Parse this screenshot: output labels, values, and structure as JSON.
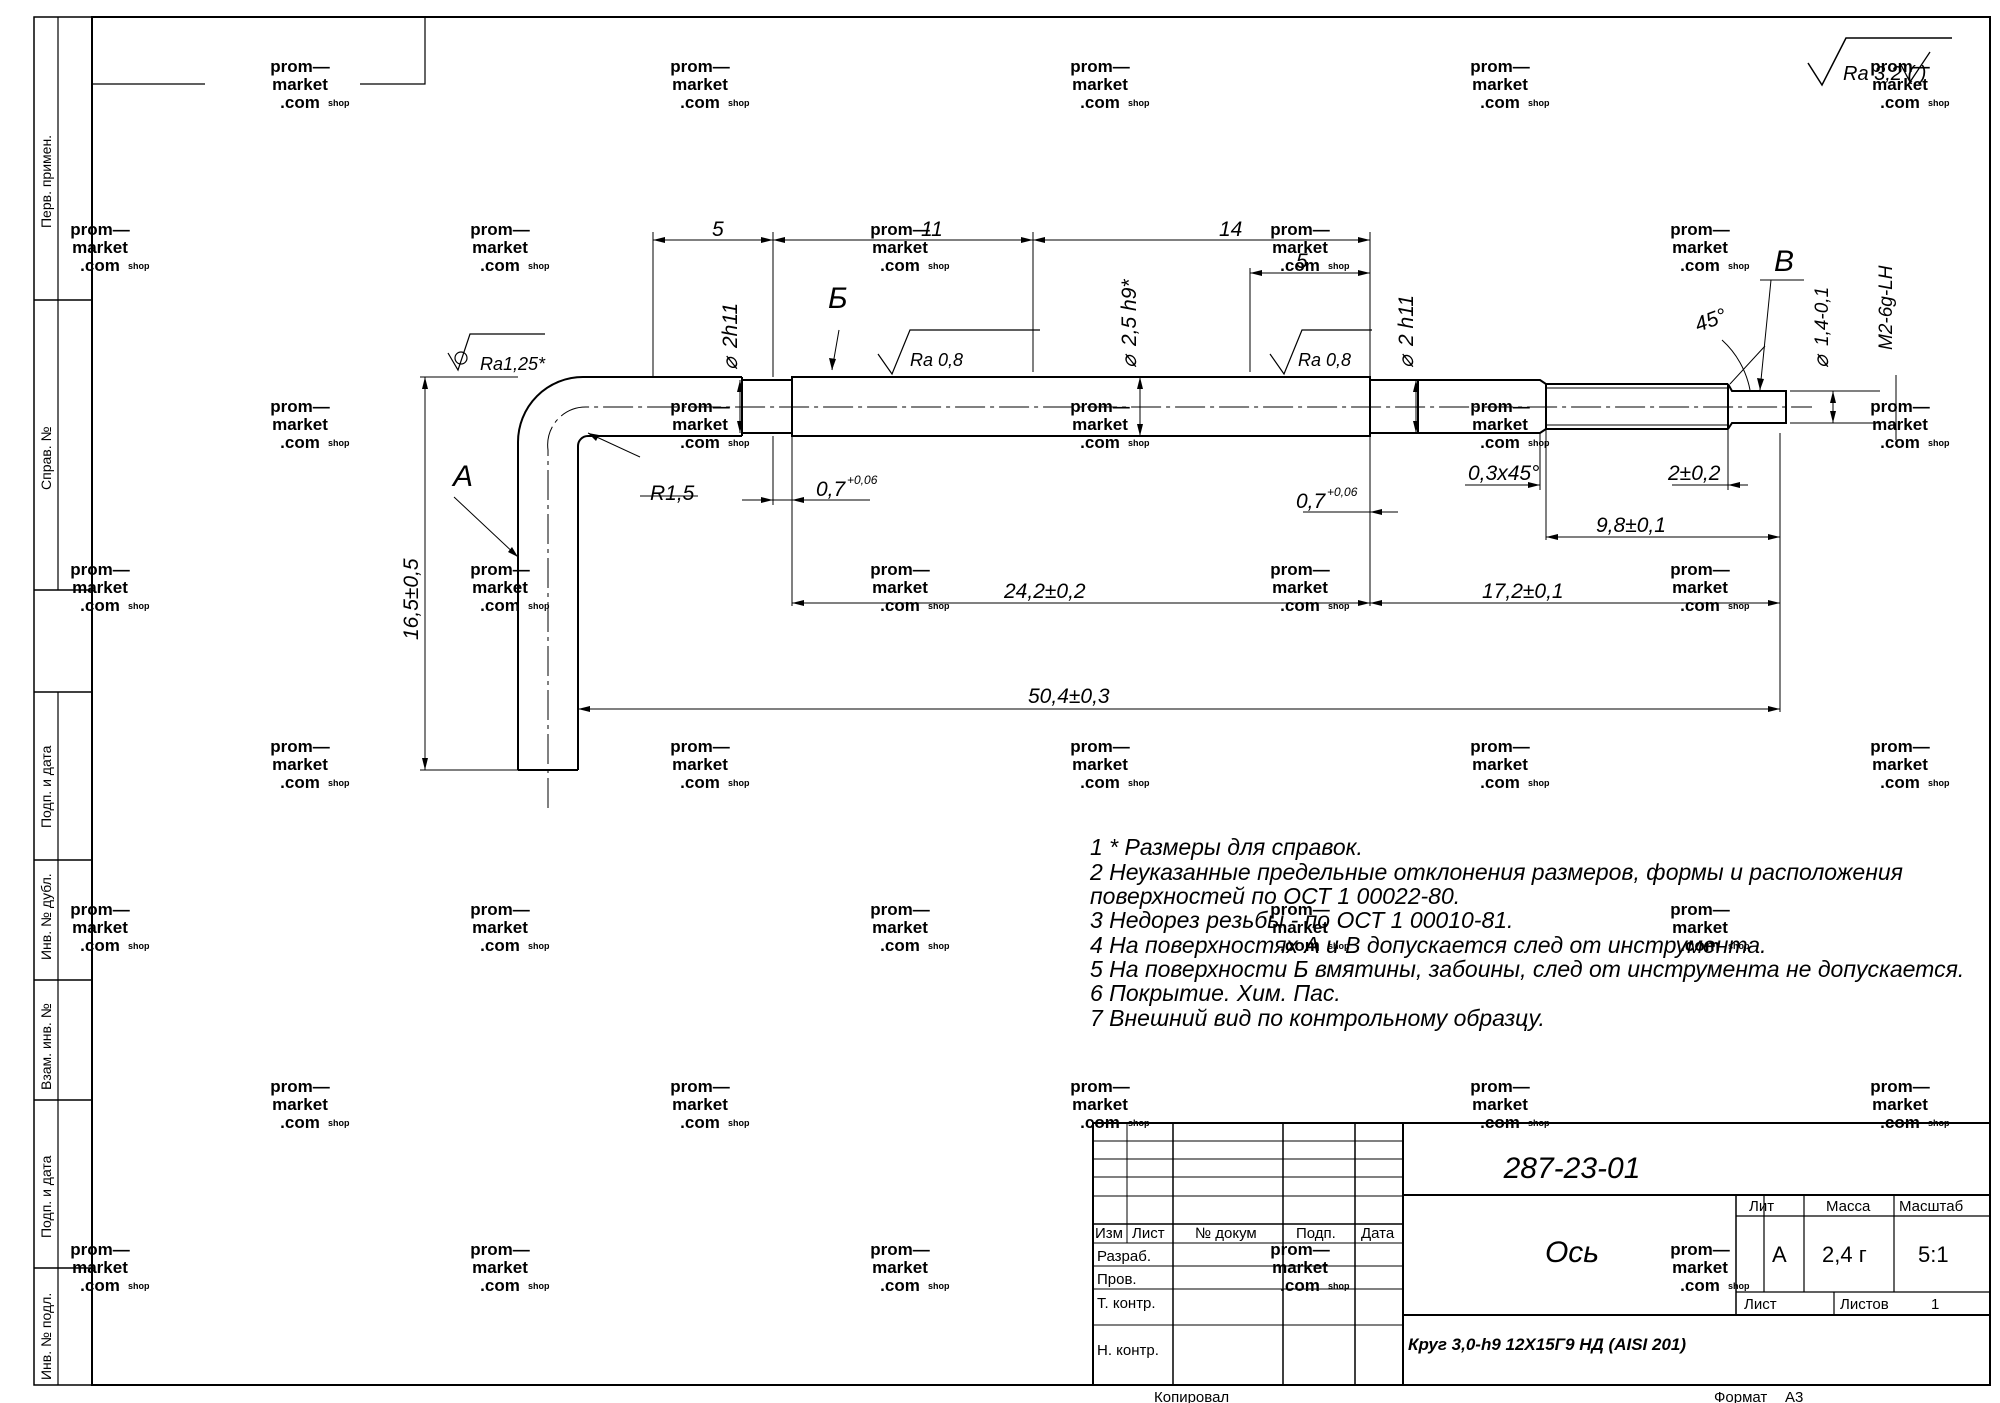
{
  "watermark": {
    "line1": "prom—",
    "line2": "market",
    "line3": ".com",
    "suffix": "shop"
  },
  "roughness_general": "Ra 3,2 (   )",
  "side_strip": {
    "perv_primen": "Перв. примен.",
    "sprav_no": "Справ. №",
    "podp_data_1": "Подп. и дата",
    "inv_dubl": "Инв. № дубл.",
    "vzam_inv": "Взам. инв. №",
    "podp_data_2": "Подп. и дата",
    "inv_podl": "Инв. № подл."
  },
  "dims": {
    "d5_top": "5",
    "d11": "11",
    "d14": "14",
    "d5_right": "5",
    "phi_2h11_left": "2h11",
    "phi_25h9": "2,5 h9*",
    "phi_2h11_right": "2 h11",
    "phi_14": "1,4-0,1",
    "m2": "M2-6g-LH",
    "angle45": "45°",
    "r15": "R1,5",
    "d07_left": "0,7",
    "d07_left_tol": "+0,06",
    "d07_right": "0,7",
    "d07_right_tol": "+0,06",
    "d03x45": "0,3x45°",
    "d2": "2±0,2",
    "d98": "9,8±0,1",
    "d242": "24,2±0,2",
    "d172": "17,2±0,1",
    "d504": "50,4±0,3",
    "d165": "16,5±0,5",
    "ra125": "Ra1,25*",
    "ra08_left": "Ra 0,8",
    "ra08_right": "Ra 0,8",
    "label_A": "А",
    "label_B_cyr": "Б",
    "label_B_lat": "В"
  },
  "notes": [
    "1 * Размеры для справок.",
    "2 Неуказанные предельные отклонения размеров, формы и расположения",
    "поверхностей по ОСТ 1 00022-80.",
    "3 Недорез резьбы - по ОСТ 1 00010-81.",
    "4 На поверхностях А и В допускается след от инструмента.",
    "5 На поверхности Б вмятины, забоины, след от инструмента не допускается.",
    "6 Покрытие. Хим. Пас.",
    "7 Внешний вид по контрольному образцу."
  ],
  "title_block": {
    "doc_number": "287-23-01",
    "part_name": "Ось",
    "material": "Круг 3,0-h9 12Х15Г9 НД (AISI 201)",
    "hdr_izm": "Изм",
    "hdr_list": "Лист",
    "hdr_dokum": "№ докум",
    "hdr_podp": "Подп.",
    "hdr_data": "Дата",
    "razrab": "Разраб.",
    "prov": "Пров.",
    "tkontr": "Т. контр.",
    "nkontr": "Н. контр.",
    "lit_label": "Лит",
    "massa_label": "Масса",
    "masshtab_label": "Масштаб",
    "lit_value": "А",
    "massa_value": "2,4 г",
    "masshtab_value": "5:1",
    "list_label": "Лист",
    "listov_label": "Листов",
    "listov_value": "1"
  },
  "footer": {
    "kopiroval": "Копировал",
    "format_label": "Формат",
    "format_value": "А3"
  }
}
